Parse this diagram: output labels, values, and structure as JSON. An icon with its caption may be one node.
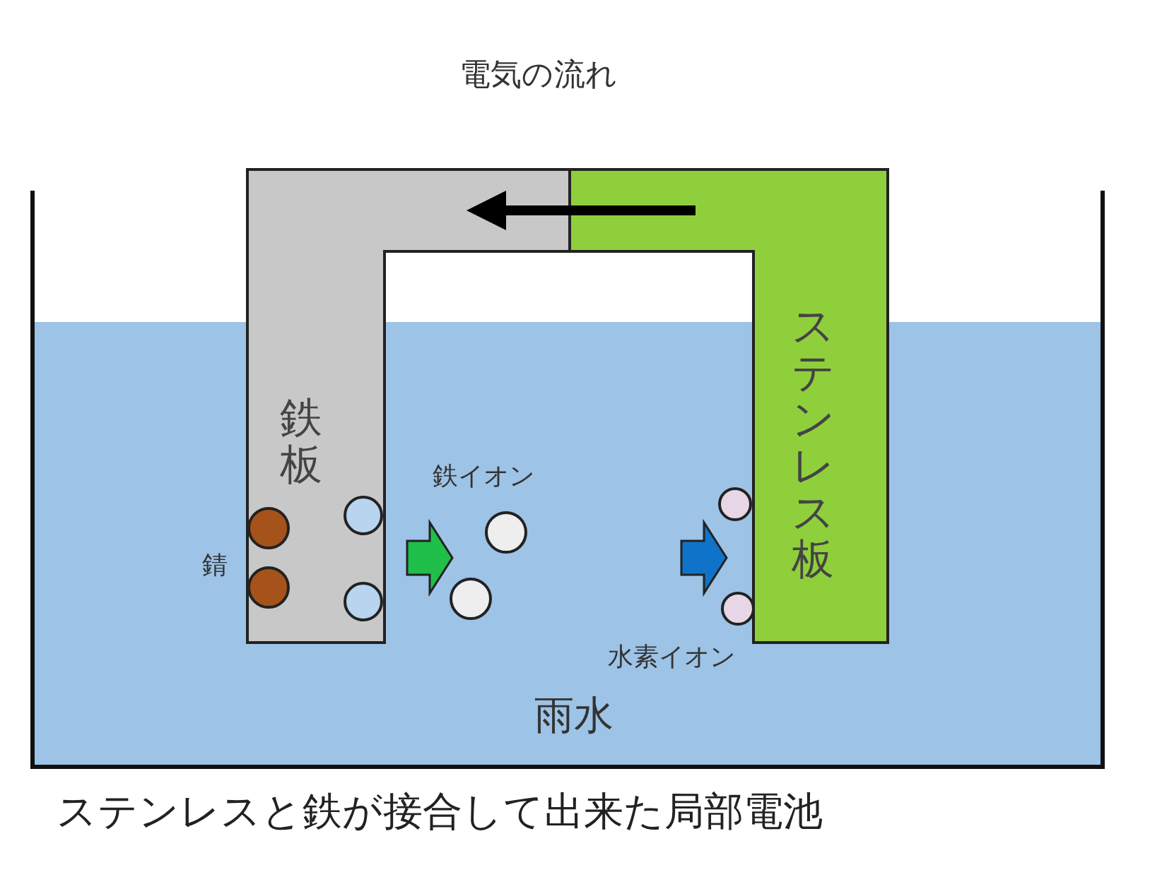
{
  "diagram": {
    "caption": "ステンレスと鉄が接合して出来た局部電池",
    "nodes": [
      {
        "text": [
          "鉄板"
        ]
      },
      {
        "text": [
          "ステンレス板"
        ]
      }
    ],
    "edges": [
      {
        "from": 1,
        "to": 0,
        "arrow": "to"
      }
    ],
    "labels": [
      "電気の流れ",
      "錆",
      "鉄イオン",
      "水素イオン",
      "雨水"
    ]
  }
}
